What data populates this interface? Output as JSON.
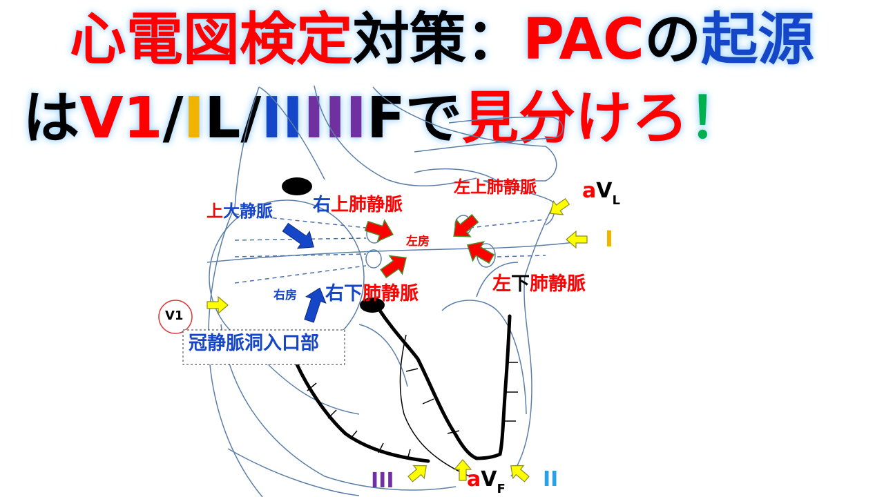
{
  "title": {
    "line1": [
      {
        "text": "心電図検定",
        "color": "#ff0000"
      },
      {
        "text": "対策：",
        "color": "#000000"
      },
      {
        "text": "PAC",
        "color": "#ff0000"
      },
      {
        "text": "の",
        "color": "#000000"
      },
      {
        "text": "起源",
        "color": "#1646c8"
      }
    ],
    "line2": [
      {
        "text": "は",
        "color": "#000000"
      },
      {
        "text": "V1",
        "color": "#ff0000"
      },
      {
        "text": "/",
        "color": "#000000"
      },
      {
        "text": "I",
        "color": "#f0b400"
      },
      {
        "text": "L/",
        "color": "#000000"
      },
      {
        "text": "II",
        "color": "#1646c8"
      },
      {
        "text": "III",
        "color": "#7030a0"
      },
      {
        "text": "F",
        "color": "#000000"
      },
      {
        "text": "で",
        "color": "#000000"
      },
      {
        "text": "見分けろ",
        "color": "#ff0000"
      },
      {
        "text": "！",
        "color": "#00b050"
      }
    ]
  },
  "labels": {
    "svc_part1": "上",
    "svc_part2": "大静脈",
    "rspv_part1": "右",
    "rspv_part2": "上肺静脈",
    "lspv": "左上肺静脈",
    "la": "左房",
    "ra": "右房",
    "ripv_part1": "右下",
    "ripv_part2": "肺静脈",
    "lipv_part1": "左",
    "lipv_part2": "下",
    "lipv_part3": "肺静脈",
    "cs": "冠静脈洞入口部",
    "v1": "V1"
  },
  "leads": {
    "avl_a": "a",
    "avl_v": "V",
    "avl_sub": "L",
    "lead_i": "I",
    "lead_ii": "II",
    "lead_iii": "III",
    "avf_a": "a",
    "avf_v": "V",
    "avf_sub": "F"
  },
  "colors": {
    "red": "#ff0000",
    "blue": "#1646c8",
    "arrow_yellow": "#ffff00",
    "lead_orange": "#f0b400",
    "lead_lightblue": "#2aa0e6",
    "lead_purple": "#7030a0",
    "outline": "#5a7ea8"
  }
}
